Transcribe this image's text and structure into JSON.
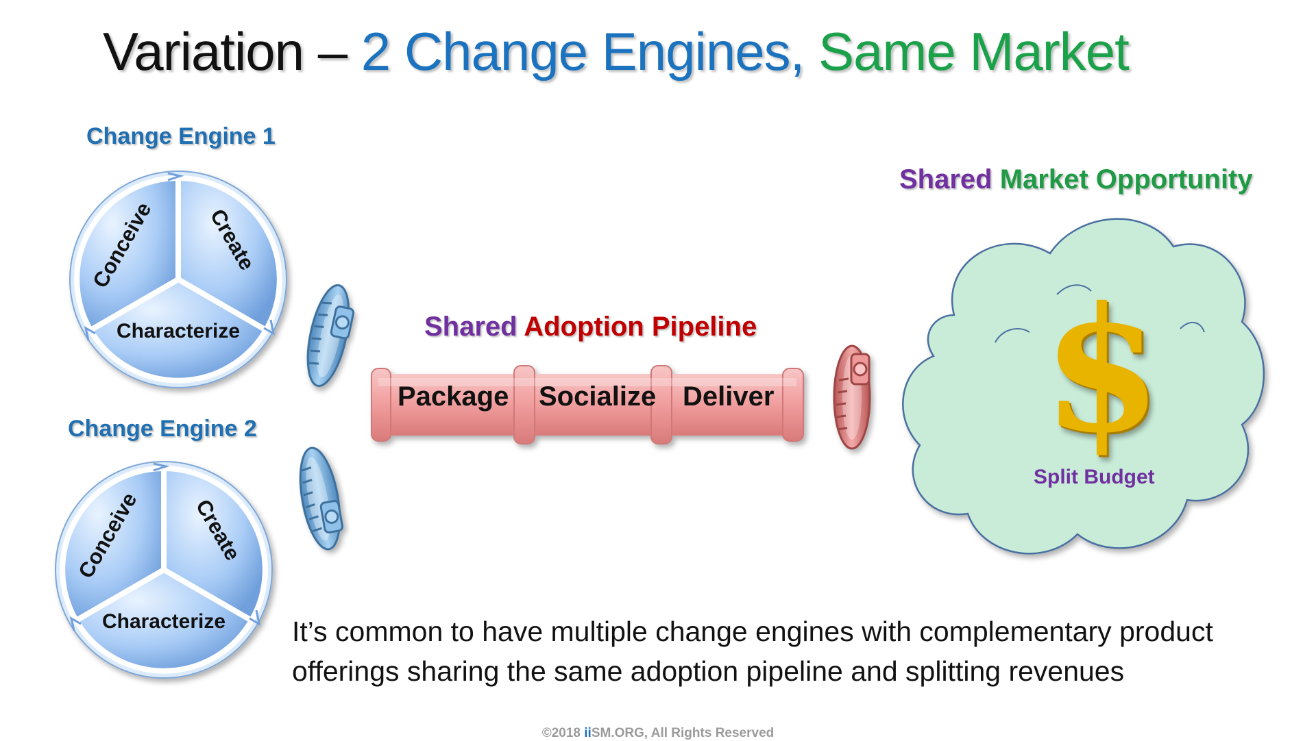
{
  "title": {
    "part1": "Variation – ",
    "part2": "2 Change Engines, ",
    "part3": "Same Market"
  },
  "engines": [
    {
      "label": "Change Engine 1",
      "segments": [
        "Conceive",
        "Create",
        "Characterize"
      ]
    },
    {
      "label": "Change Engine 2",
      "segments": [
        "Conceive",
        "Create",
        "Characterize"
      ]
    }
  ],
  "pipeline": {
    "heading_part1": "Shared ",
    "heading_part2": "Adoption Pipeline",
    "stages": [
      "Package",
      "Socialize",
      "Deliver"
    ]
  },
  "market": {
    "heading_part1": "Shared ",
    "heading_part2": "Market Opportunity",
    "symbol": "$",
    "budget_label": "Split Budget"
  },
  "description": "It’s common to have multiple change engines with complementary product offerings sharing the same adoption pipeline and splitting revenues",
  "footer": {
    "prefix": "©2018 ",
    "brand_ii": "ii",
    "brand_rest": "SM.ORG,  All Rights Reserved"
  },
  "colors": {
    "title_blue": "#1b72be",
    "title_green": "#1aa14a",
    "heading_purple": "#7030a0",
    "heading_red": "#c00000",
    "heading_green": "#1f9a45",
    "pipe_fill": "#f2a0a0",
    "cloud_fill": "#c9ecd9",
    "wheel_fill": "#9cc4f4",
    "clamp_blue": "#7fb6e2",
    "clamp_red": "#e88484"
  }
}
